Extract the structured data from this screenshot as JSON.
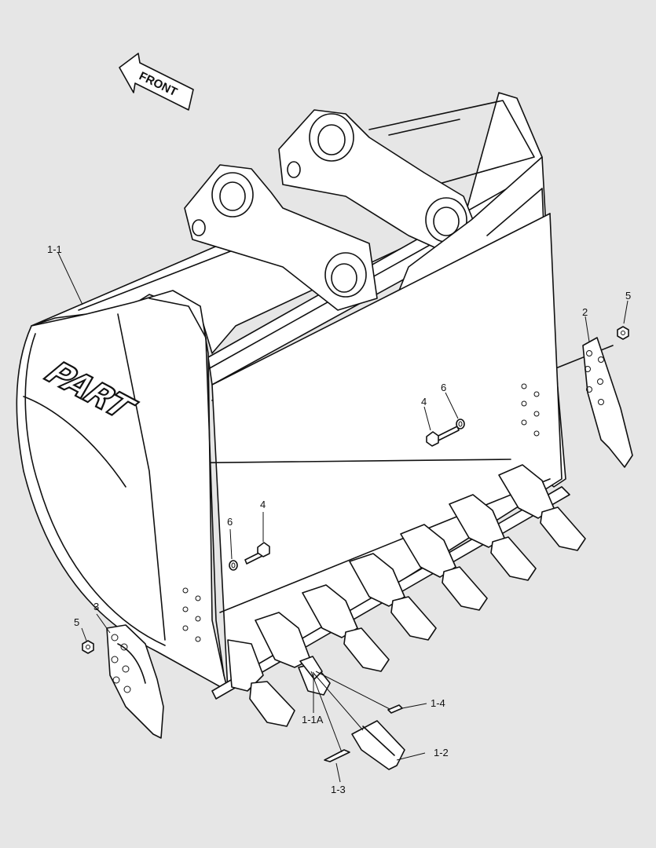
{
  "direction_arrow": {
    "text": "FRONT"
  },
  "brand_logo": {
    "text": "PART"
  },
  "callouts": {
    "c_1_1": "1-1",
    "c_1_1a": "1-1A",
    "c_1_2": "1-2",
    "c_1_3": "1-3",
    "c_1_4": "1-4",
    "c_2": "2",
    "c_3": "3",
    "c_4_right": "4",
    "c_4_left": "4",
    "c_5_right": "5",
    "c_5_left": "5",
    "c_6_right": "6",
    "c_6_left": "6"
  },
  "colors": {
    "background": "#e6e6e6",
    "line": "#111111",
    "fill": "#ffffff"
  }
}
